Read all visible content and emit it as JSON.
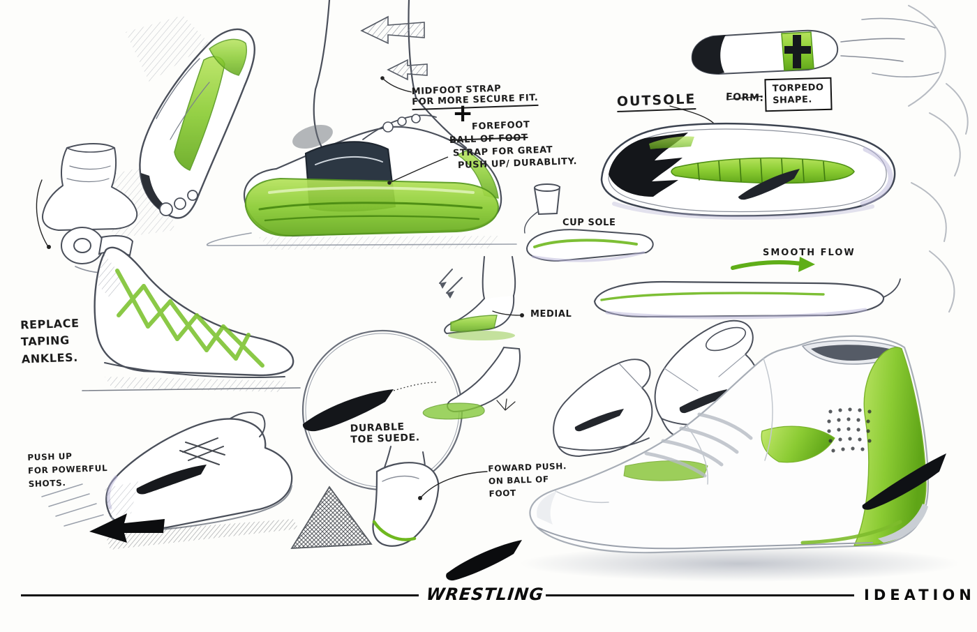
{
  "colors": {
    "volt_green": "#7CC22E",
    "ink": "#1B1B1B",
    "pencil": "#4A4F5A",
    "lavender_shade": "#B9B6D9"
  },
  "notes": {
    "midfoot": {
      "line1": "MIDFOOT STRAP",
      "line2": "FOR MORE SECURE FIT."
    },
    "forefoot": {
      "plus": "+",
      "line1": "FOREFOOT",
      "struck": "BALL OF FOOT",
      "line2": "STRAP FOR GREAT",
      "line3": "PUSH UP/ DURABLITY."
    },
    "outsole": {
      "label": "OUTSOLE",
      "form": "FORM:",
      "box_line1": "TORPEDO",
      "box_line2": "SHAPE."
    },
    "cup_sole": {
      "label": "CUP SOLE"
    },
    "smooth_flow": {
      "label": "SMOOTH FLOW"
    },
    "medial": {
      "label": "MEDIAL"
    },
    "replace_taping": {
      "line1": "REPLACE",
      "line2": "TAPING",
      "line3": "ANKLES."
    },
    "durable_toe": {
      "line1": "DURABLE",
      "line2": "TOE SUEDE."
    },
    "push_up": {
      "line1": "PUSH UP",
      "line2": "FOR POWERFUL",
      "line3": "SHOTS."
    },
    "forward_push": {
      "line1": "FOWARD PUSH.",
      "line2": "ON BALL OF",
      "line3": "FOOT"
    }
  },
  "footer": {
    "brand_sub": "WRESTLING",
    "right_label": "IDEATION"
  }
}
